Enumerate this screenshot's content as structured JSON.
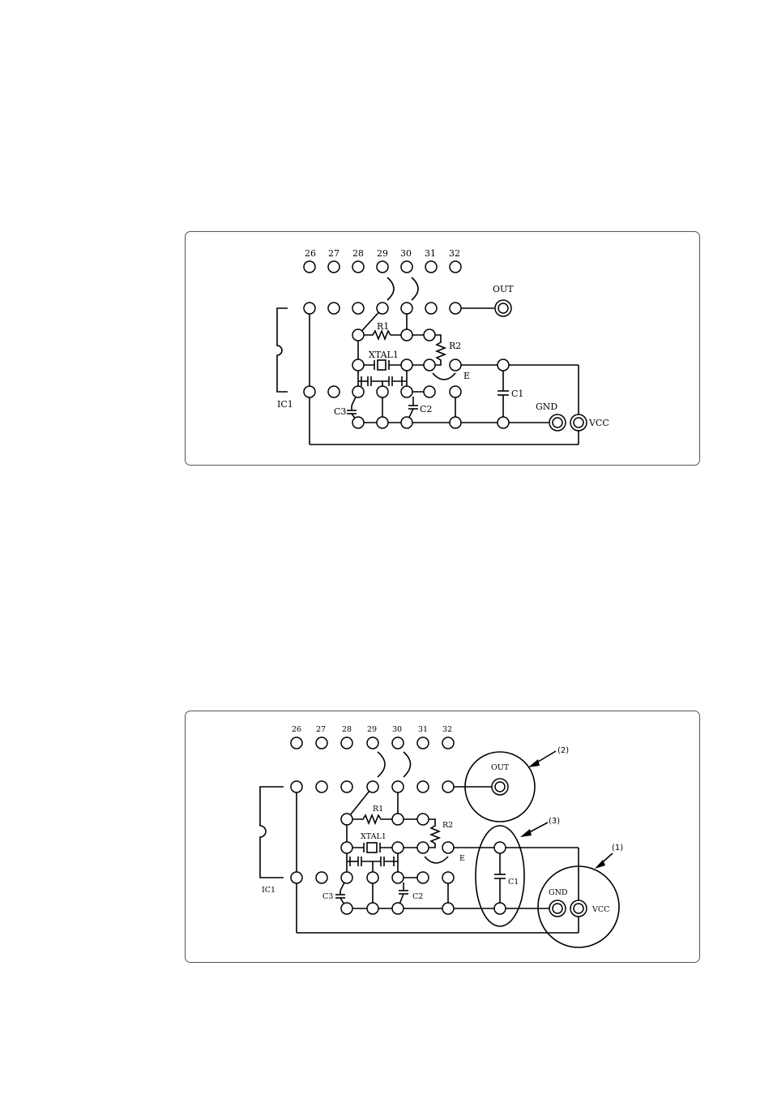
{
  "pins": [
    "26",
    "27",
    "28",
    "29",
    "30",
    "31",
    "32"
  ],
  "diagram1": {
    "labels": {
      "out": "OUT",
      "r1": "R1",
      "r2": "R2",
      "xtal": "XTAL1",
      "e": "E",
      "c1": "C1",
      "c2": "C2",
      "c3": "C3",
      "ic1": "IC1",
      "gnd": "GND",
      "vcc": "VCC"
    }
  },
  "diagram2": {
    "labels": {
      "out": "OUT",
      "r1": "R1",
      "r2": "R2",
      "xtal": "XTAL1",
      "e": "E",
      "c1": "C1",
      "c2": "C2",
      "c3": "C3",
      "ic1": "IC1",
      "gnd": "GND",
      "vcc": "VCC"
    },
    "callouts": [
      "(1)",
      "(2)",
      "(3)"
    ]
  }
}
